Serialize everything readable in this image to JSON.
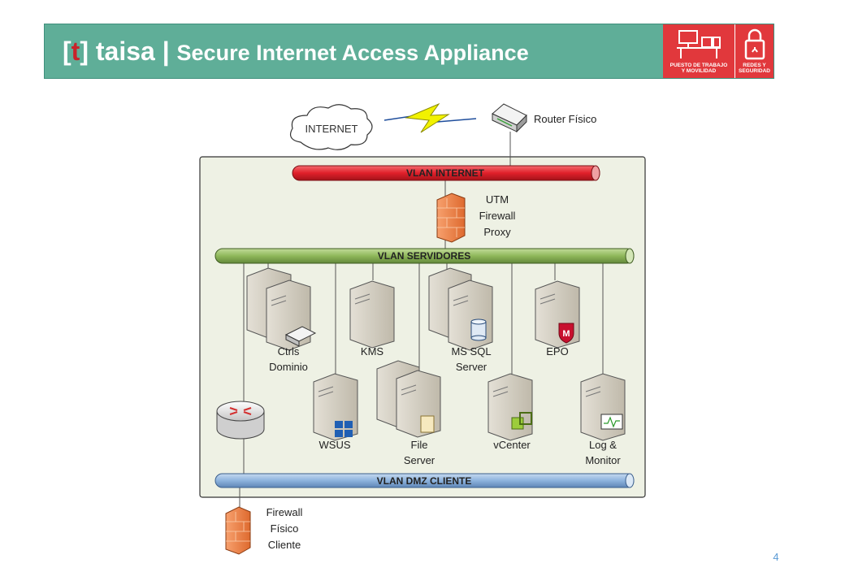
{
  "header": {
    "bracket_open": "[",
    "bracket_letter": "t",
    "bracket_close": "]",
    "brand_name": "taisa",
    "separator": "|",
    "subtitle": "Secure Internet Access Appliance",
    "badges": [
      {
        "icon": "workstation-icon",
        "label_line1": "PUESTO DE TRABAJO",
        "label_line2": "Y MOVILIDAD"
      },
      {
        "icon": "padlock-icon",
        "label_line1": "REDES Y",
        "label_line2": "SEGURIDAD"
      }
    ],
    "colors": {
      "bar": "#5fae98",
      "badge": "#e1383c",
      "accent": "#c9232a"
    }
  },
  "diagram": {
    "internet": "INTERNET",
    "router": "Router Físico",
    "vlans": {
      "internet": "VLAN INTERNET",
      "servidores": "VLAN SERVIDORES",
      "dmz": "VLAN DMZ CLIENTE"
    },
    "utm": {
      "line1": "UTM",
      "line2": "Firewall",
      "line3": "Proxy"
    },
    "servers": {
      "ctrls": {
        "line1": "Ctrls",
        "line2": "Dominio"
      },
      "kms": "KMS",
      "mssql": {
        "line1": "MS SQL",
        "line2": "Server"
      },
      "epo": "EPO",
      "wsus": "WSUS",
      "file": {
        "line1": "File",
        "line2": "Server"
      },
      "vcenter": "vCenter",
      "log": {
        "line1": "Log &",
        "line2": "Monitor"
      }
    },
    "firewall_cliente": {
      "line1": "Firewall",
      "line2": "Físico",
      "line3": "Cliente"
    },
    "colors": {
      "vlan_internet": "#e0202a",
      "vlan_servidores": "#8fb85a",
      "vlan_dmz": "#8db3dd",
      "zone_fill": "#eef1e4"
    }
  },
  "page_number": "4"
}
